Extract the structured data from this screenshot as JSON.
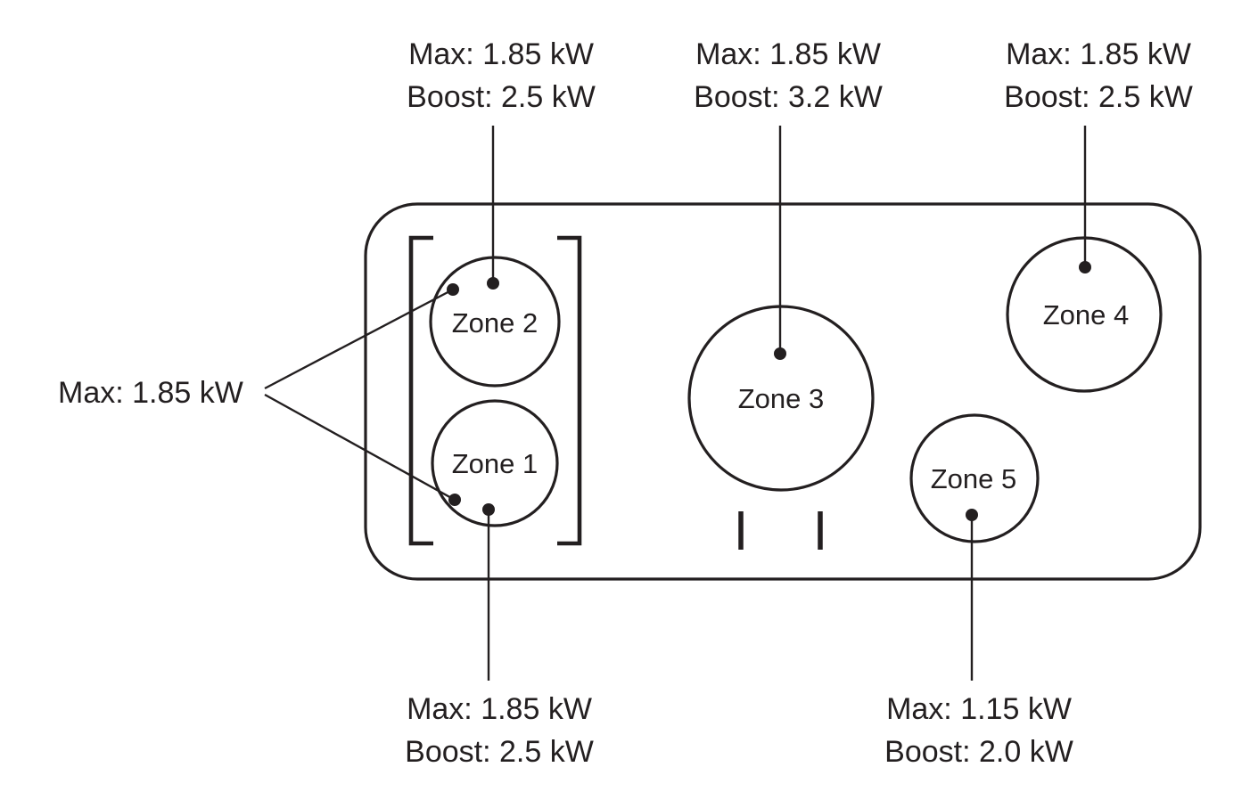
{
  "zones": [
    {
      "label": "Zone 1"
    },
    {
      "label": "Zone 2"
    },
    {
      "label": "Zone 3"
    },
    {
      "label": "Zone 4"
    },
    {
      "label": "Zone 5"
    }
  ],
  "annotations": {
    "zone2_top": {
      "max": "Max: 1.85 kW",
      "boost": "Boost: 2.5 kW"
    },
    "zone3_top": {
      "max": "Max: 1.85 kW",
      "boost": "Boost: 3.2 kW"
    },
    "zone4_top": {
      "max": "Max: 1.85 kW",
      "boost": "Boost: 2.5 kW"
    },
    "left_shared": {
      "max": "Max: 1.85 kW"
    },
    "zone1_bottom": {
      "max": "Max: 1.85 kW",
      "boost": "Boost: 2.5 kW"
    },
    "zone5_bottom": {
      "max": "Max: 1.15 kW",
      "boost": "Boost: 2.0 kW"
    }
  },
  "colors": {
    "stroke": "#231f20",
    "background": "#ffffff"
  }
}
